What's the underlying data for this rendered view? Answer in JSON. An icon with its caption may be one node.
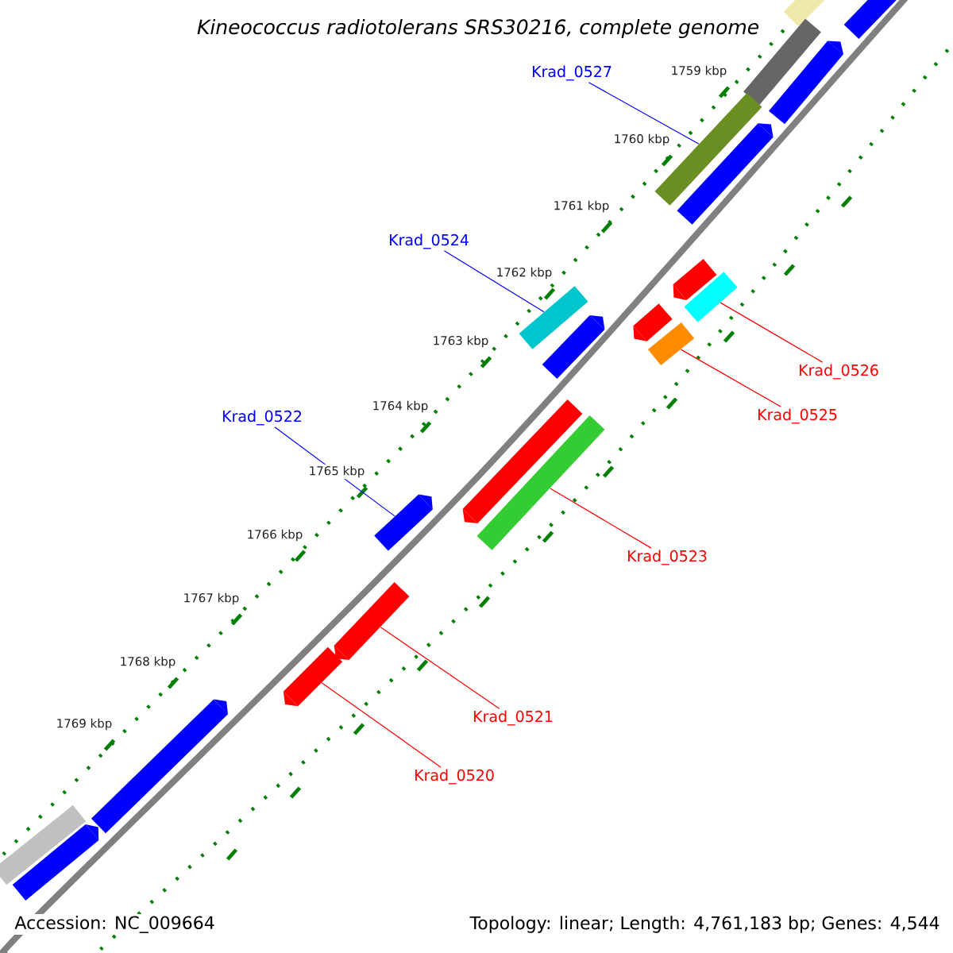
{
  "diagram": {
    "title": "*Kineococcus radiotolerans* SRS30216, complete genome",
    "nodes": [
      {
        "text": [
          "Krad_0527"
        ]
      },
      {
        "text": [
          "Krad_0524"
        ]
      },
      {
        "text": [
          "Krad_0526"
        ]
      },
      {
        "text": [
          "Krad_0525"
        ]
      },
      {
        "text": [
          "Krad_0522"
        ]
      },
      {
        "text": [
          "Krad_0523"
        ]
      },
      {
        "text": [
          "Krad_0521"
        ]
      },
      {
        "text": [
          "Krad_0520"
        ]
      },
      {
        "text": [],
        "shape": "bar"
      },
      {
        "text": [],
        "shape": "bar"
      },
      {
        "text": [],
        "shape": "bar"
      },
      {
        "text": [],
        "shape": "bar"
      },
      {
        "text": [],
        "shape": "bar"
      },
      {
        "text": [],
        "shape": "bar"
      },
      {
        "text": [],
        "shape": "bar"
      },
      {
        "text": [],
        "shape": "bar"
      },
      {
        "text": [],
        "shape": "bar"
      },
      {
        "text": [],
        "shape": "bar"
      },
      {
        "text": [],
        "shape": "bar"
      },
      {
        "text": [],
        "shape": "bar"
      },
      {
        "text": [],
        "shape": "bar"
      },
      {
        "text": [],
        "shape": "bar"
      },
      {
        "text": [],
        "shape": "bar"
      },
      {
        "text": [],
        "shape": "bar"
      },
      {
        "text": [],
        "shape": "bar"
      },
      {
        "text": [],
        "shape": "bar"
      },
      {
        "text": [],
        "shape": "bar"
      },
      {
        "text": [],
        "shape": "bar"
      }
    ],
    "edges": [
      {
        "from": 0,
        "to": 12,
        "arrow": "none",
        "color": "#0000ff"
      },
      {
        "from": 1,
        "to": 16,
        "arrow": "none",
        "color": "#0000ff"
      },
      {
        "from": 2,
        "to": 15,
        "arrow": "none",
        "color": "#ff0000"
      },
      {
        "from": 3,
        "to": 19,
        "arrow": "none",
        "color": "#ff0000"
      },
      {
        "from": 4,
        "to": 22,
        "arrow": "none",
        "color": "#0000ff"
      },
      {
        "from": 5,
        "to": 21,
        "arrow": "none",
        "color": "#ff0000"
      },
      {
        "from": 6,
        "to": 23,
        "arrow": "none",
        "color": "#ff0000"
      },
      {
        "from": 7,
        "to": 24,
        "arrow": "none",
        "color": "#ff0000"
      }
    ],
    "labels": [
      "1759 kbp",
      "1760 kbp",
      "1761 kbp",
      "1762 kbp",
      "1763 kbp",
      "1764 kbp",
      "1765 kbp",
      "1766 kbp",
      "1767 kbp",
      "1768 kbp",
      "1769 kbp",
      "Accession: NC_009664",
      "Topology: linear; Length: 4,761,183 bp; Genes: 4,544"
    ]
  }
}
